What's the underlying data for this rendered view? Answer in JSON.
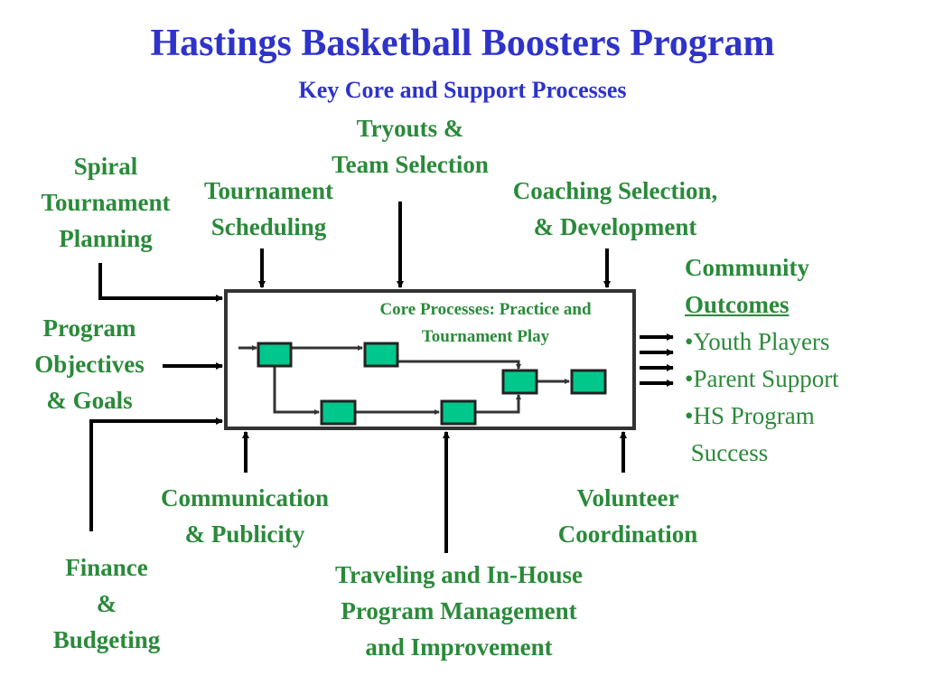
{
  "title": "Hastings Basketball Boosters Program",
  "subtitle": "Key Core and Support Processes",
  "core_box": {
    "label_line1": "Core Processes:  Practice and",
    "label_line2": "Tournament Play"
  },
  "inputs": {
    "tryouts": [
      "Tryouts &",
      "Team Selection"
    ],
    "spiral": [
      "Spiral",
      "Tournament",
      "Planning"
    ],
    "scheduling": [
      "Tournament",
      "Scheduling"
    ],
    "coaching": [
      "Coaching Selection,",
      "& Development"
    ],
    "objectives": [
      "Program",
      "Objectives",
      "& Goals"
    ],
    "communication": [
      "Communication",
      "& Publicity"
    ],
    "volunteer": [
      "Volunteer",
      "Coordination"
    ],
    "finance": [
      "Finance",
      "&",
      "Budgeting"
    ],
    "traveling": [
      "Traveling and In-House",
      "Program Management",
      "and Improvement"
    ]
  },
  "outcomes": {
    "heading1": "Community",
    "heading2": "Outcomes",
    "items": [
      "•Youth Players",
      "•Parent Support",
      "•HS Program",
      " Success"
    ]
  },
  "colors": {
    "title": "#2e33c9",
    "label": "#2a8a3a",
    "process_box": "#00c88c"
  }
}
